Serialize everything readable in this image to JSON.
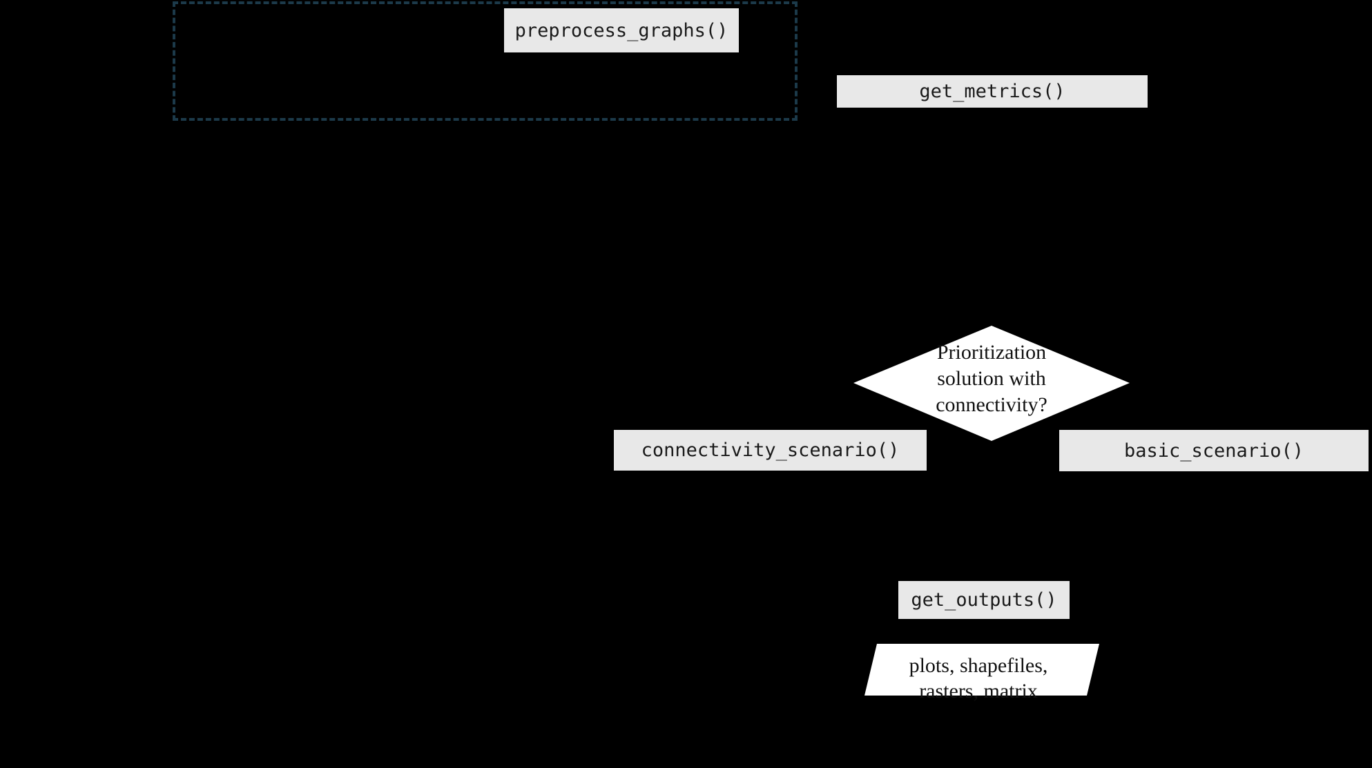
{
  "colors": {
    "background": "#000000",
    "box_fill": "#e8e8e8",
    "box_text": "#1a1a1a",
    "shape_fill": "#ffffff",
    "shape_text": "#111111",
    "dashed_border": "#1c3a4a"
  },
  "diagram": {
    "nodes": {
      "preprocess": {
        "label": "preprocess_graphs()"
      },
      "get_metrics": {
        "label": "get_metrics()"
      },
      "decision": {
        "lines": [
          "Prioritization",
          "solution with",
          "connectivity?"
        ]
      },
      "connectivity_scenario": {
        "label": "connectivity_scenario()"
      },
      "basic_scenario": {
        "label": "basic_scenario()"
      },
      "get_outputs": {
        "label": "get_outputs()"
      },
      "outputs": {
        "lines": [
          "plots, shapefiles,",
          "rasters, matrix"
        ]
      }
    }
  }
}
